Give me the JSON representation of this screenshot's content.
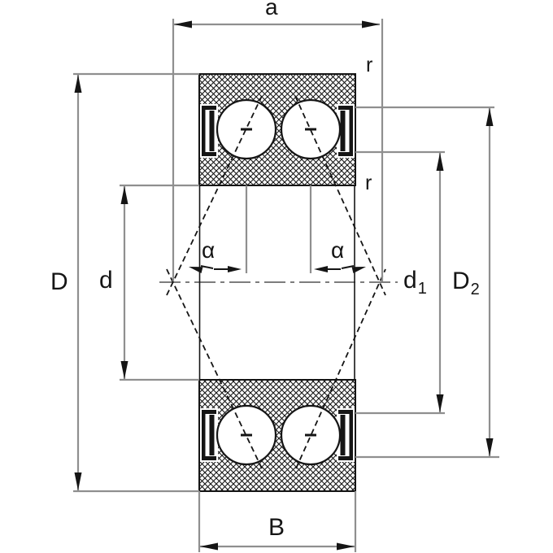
{
  "labels": {
    "width_a": "a",
    "radius_outer_corner": "r",
    "radius_inner_corner": "r",
    "outer_diameter": "D",
    "bore_diameter": "d",
    "contact_angle_left": "α",
    "contact_angle_right": "α",
    "inner_shoulder_diameter": {
      "base": "d",
      "sub": "1"
    },
    "outer_shoulder_diameter": {
      "base": "D",
      "sub": "2"
    },
    "width_b": "B"
  },
  "colors": {
    "ink": "#151515",
    "dimension_line_gray": "#8f8f8f",
    "centerline_gray": "#7d7d7d",
    "background": "#ffffff"
  }
}
